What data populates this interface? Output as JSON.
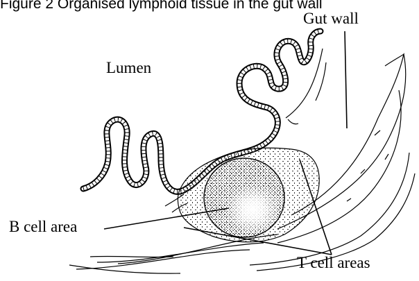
{
  "caption": "Figure 2 Organised lymphoid tissue in the gut wall",
  "labels": {
    "lumen": "Lumen",
    "gut_wall": "Gut wall",
    "b_cell_area": "B cell area",
    "t_cell_areas": "T cell areas"
  }
}
